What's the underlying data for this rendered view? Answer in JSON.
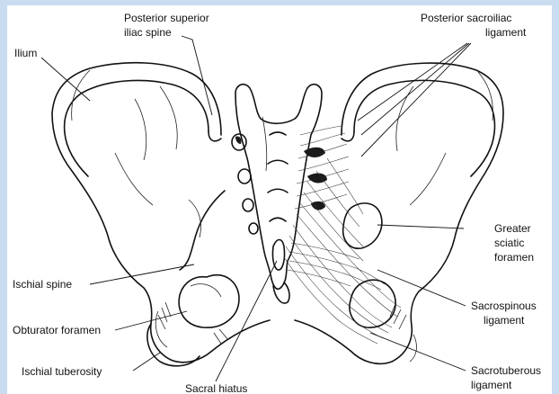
{
  "labels": {
    "ilium": "Ilium",
    "posterior_superior_iliac_spine_line1": "Posterior superior",
    "posterior_superior_iliac_spine_line2": "iliac spine",
    "posterior_sacroiliac_ligament_line1": "Posterior sacroiliac",
    "posterior_sacroiliac_ligament_line2": "ligament",
    "greater_sciatic_foramen_line1": "Greater",
    "greater_sciatic_foramen_line2": "sciatic",
    "greater_sciatic_foramen_line3": "foramen",
    "ischial_spine": "Ischial spine",
    "sacrospinous_ligament_line1": "Sacrospinous",
    "sacrospinous_ligament_line2": "ligament",
    "obturator_foramen": "Obturator foramen",
    "ischial_tuberosity": "Ischial tuberosity",
    "sacrotuberous_ligament_line1": "Sacrotuberous",
    "sacrotuberous_ligament_line2": "ligament",
    "sacral_hiatus": "Sacral hiatus"
  },
  "colors": {
    "frame": "#c9dcf0",
    "panel": "#ffffff",
    "ink": "#111111"
  }
}
